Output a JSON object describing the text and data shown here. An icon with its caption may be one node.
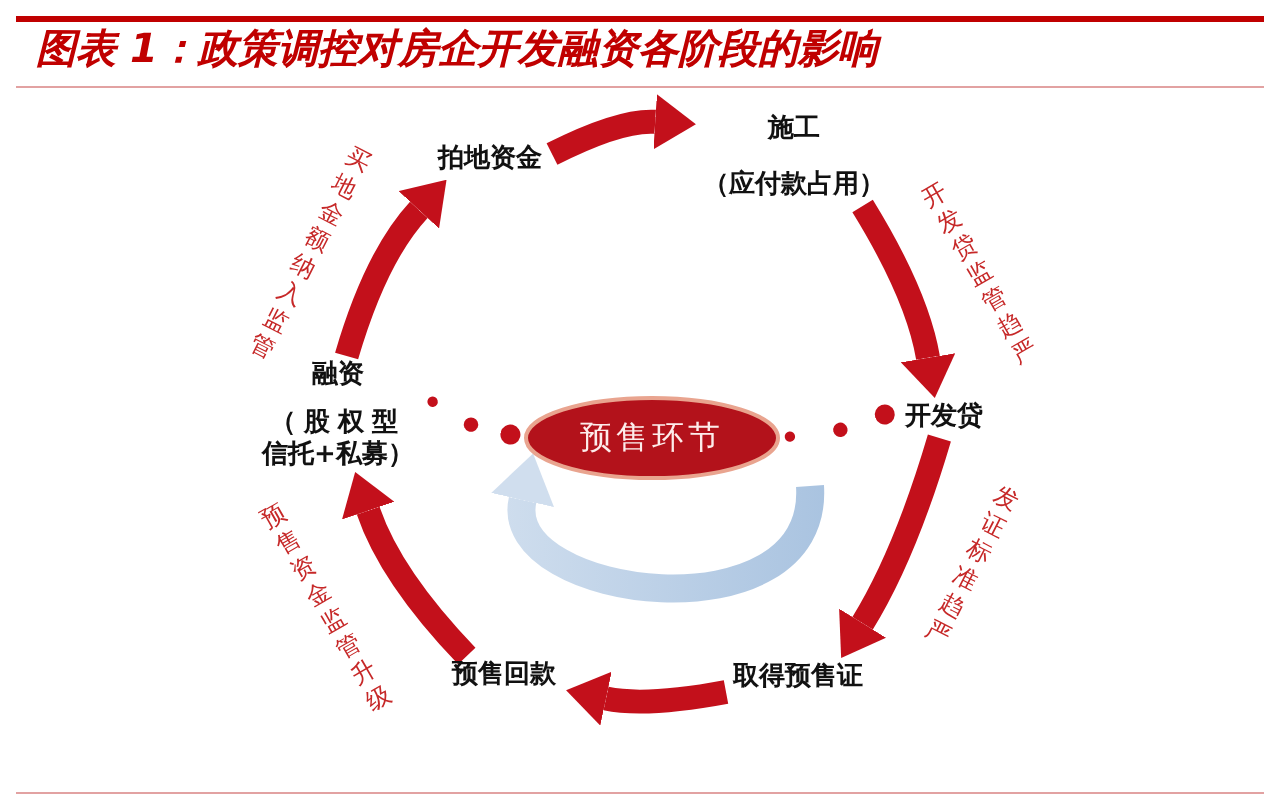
{
  "diagram": {
    "title": "图表 1：政策调控对房企开发融资各阶段的影响",
    "nodes": [
      {
        "text": [
          "拍地资金"
        ]
      },
      {
        "text": [
          "施工",
          "（应付款占用）"
        ]
      },
      {
        "text": [
          "开发贷"
        ]
      },
      {
        "text": [
          "取得预售证"
        ]
      },
      {
        "text": [
          "预售回款"
        ]
      },
      {
        "text": [
          "融资",
          "（股权型信托+私募）"
        ]
      },
      {
        "text": [
          "预售环节"
        ]
      }
    ],
    "edges": [
      {
        "from": 0,
        "to": 1,
        "arrow": "to"
      },
      {
        "from": 1,
        "to": 2,
        "arrow": "to",
        "label": "开发贷监管趋严"
      },
      {
        "from": 2,
        "to": 3,
        "arrow": "to",
        "label": "发证标准趋严"
      },
      {
        "from": 3,
        "to": 4,
        "arrow": "to"
      },
      {
        "from": 4,
        "to": 5,
        "arrow": "to",
        "label": "预售资金监管升级"
      },
      {
        "from": 5,
        "to": 0,
        "arrow": "to",
        "label": "买地金额纳入监管"
      },
      {
        "from": 5,
        "to": 6,
        "arrow": "none",
        "style": "dashed"
      },
      {
        "from": 6,
        "to": 2,
        "arrow": "none",
        "style": "dashed"
      },
      {
        "from": null,
        "to": 6,
        "arrow": "to",
        "color": "#a9c3e0"
      }
    ]
  }
}
